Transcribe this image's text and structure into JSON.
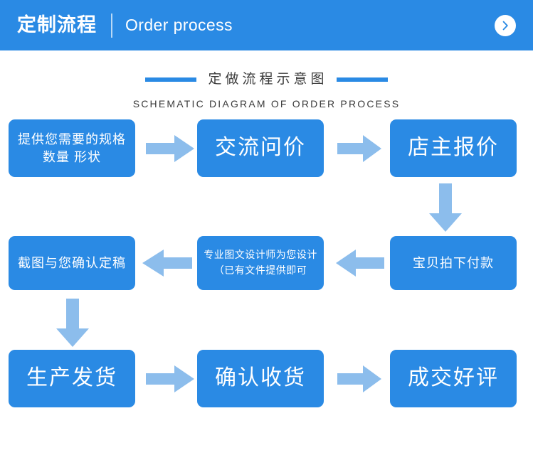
{
  "header": {
    "title_cn": "定制流程",
    "title_en": "Order process",
    "arrow_icon": "chevron-right-icon",
    "background_color": "#2a8ae4",
    "text_color": "#ffffff"
  },
  "section": {
    "title_cn": "定做流程示意图",
    "title_en": "SCHEMATIC DIAGRAM OF ORDER PROCESS",
    "rule_color": "#2a8ae4",
    "title_color": "#3b3b3b"
  },
  "colors": {
    "box_blue": "#2a8ae4",
    "arrow_blue": "#8cbdec",
    "page_background": "#ffffff"
  },
  "flow": {
    "steps": [
      {
        "id": "step-1",
        "label": "提供您需要的规格 数量 形状",
        "size": "mid"
      },
      {
        "id": "step-2",
        "label": "交流问价",
        "size": "big"
      },
      {
        "id": "step-3",
        "label": "店主报价",
        "size": "big"
      },
      {
        "id": "step-4",
        "label": "宝贝拍下付款",
        "size": "mid"
      },
      {
        "id": "step-5",
        "label": "专业图文设计师为您设计（已有文件提供即可",
        "size": "small"
      },
      {
        "id": "step-6",
        "label": "截图与您确认定稿",
        "size": "mid"
      },
      {
        "id": "step-7",
        "label": "生产发货",
        "size": "big"
      },
      {
        "id": "step-8",
        "label": "确认收货",
        "size": "big"
      },
      {
        "id": "step-9",
        "label": "成交好评",
        "size": "big"
      }
    ],
    "connectors": [
      {
        "id": "arrow-1",
        "from": "step-1",
        "to": "step-2",
        "direction": "right"
      },
      {
        "id": "arrow-2",
        "from": "step-2",
        "to": "step-3",
        "direction": "right"
      },
      {
        "id": "arrow-3",
        "from": "step-3",
        "to": "step-4",
        "direction": "down"
      },
      {
        "id": "arrow-4",
        "from": "step-4",
        "to": "step-5",
        "direction": "left"
      },
      {
        "id": "arrow-5",
        "from": "step-5",
        "to": "step-6",
        "direction": "left"
      },
      {
        "id": "arrow-6",
        "from": "step-6",
        "to": "step-7",
        "direction": "down"
      },
      {
        "id": "arrow-7",
        "from": "step-7",
        "to": "step-8",
        "direction": "right"
      },
      {
        "id": "arrow-8",
        "from": "step-8",
        "to": "step-9",
        "direction": "right"
      }
    ]
  }
}
